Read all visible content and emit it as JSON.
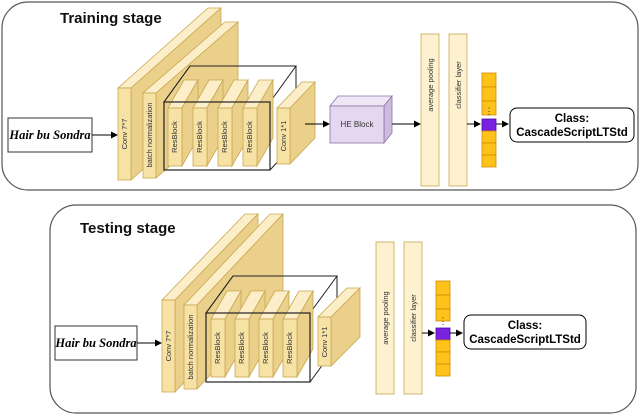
{
  "training": {
    "title": "Training stage",
    "input_text": "Hair bu Sondra",
    "conv1_label": "Conv 7*7",
    "bn_label": "batch normalization",
    "resblock_labels": [
      "ResBlock",
      "ResBlock",
      "ResBlock",
      "ResBlock"
    ],
    "conv2_label": "Conv 1*1",
    "he_label": "HE Block",
    "pool_label": "average pooling",
    "classifier_label": "classifier layer",
    "class_label": "Class:",
    "class_value": "CascadeScriptLTStd"
  },
  "testing": {
    "title": "Testing stage",
    "input_text": "Hair bu Sondra",
    "conv1_label": "Conv 7*7",
    "bn_label": "batch normalization",
    "resblock_labels": [
      "ResBlock",
      "ResBlock",
      "ResBlock",
      "ResBlock"
    ],
    "conv2_label": "Conv 1*1",
    "pool_label": "average pooling",
    "classifier_label": "classifier layer",
    "class_label": "Class:",
    "class_value": "CascadeScriptLTStd"
  },
  "colors": {
    "layer_front": "#f7e2a6",
    "layer_top": "#fbeec8",
    "layer_side": "#ead08a",
    "layer_stroke": "#c9a74e",
    "fc_fill": "#fdf1cf",
    "he_front": "#e4d7ef",
    "he_top": "#efe6f6",
    "he_side": "#cdbbe0",
    "he_stroke": "#8c74a8",
    "vector_cell": "#ffc21a",
    "vector_stroke": "#d08c00",
    "vector_selected": "#7a20e0"
  }
}
